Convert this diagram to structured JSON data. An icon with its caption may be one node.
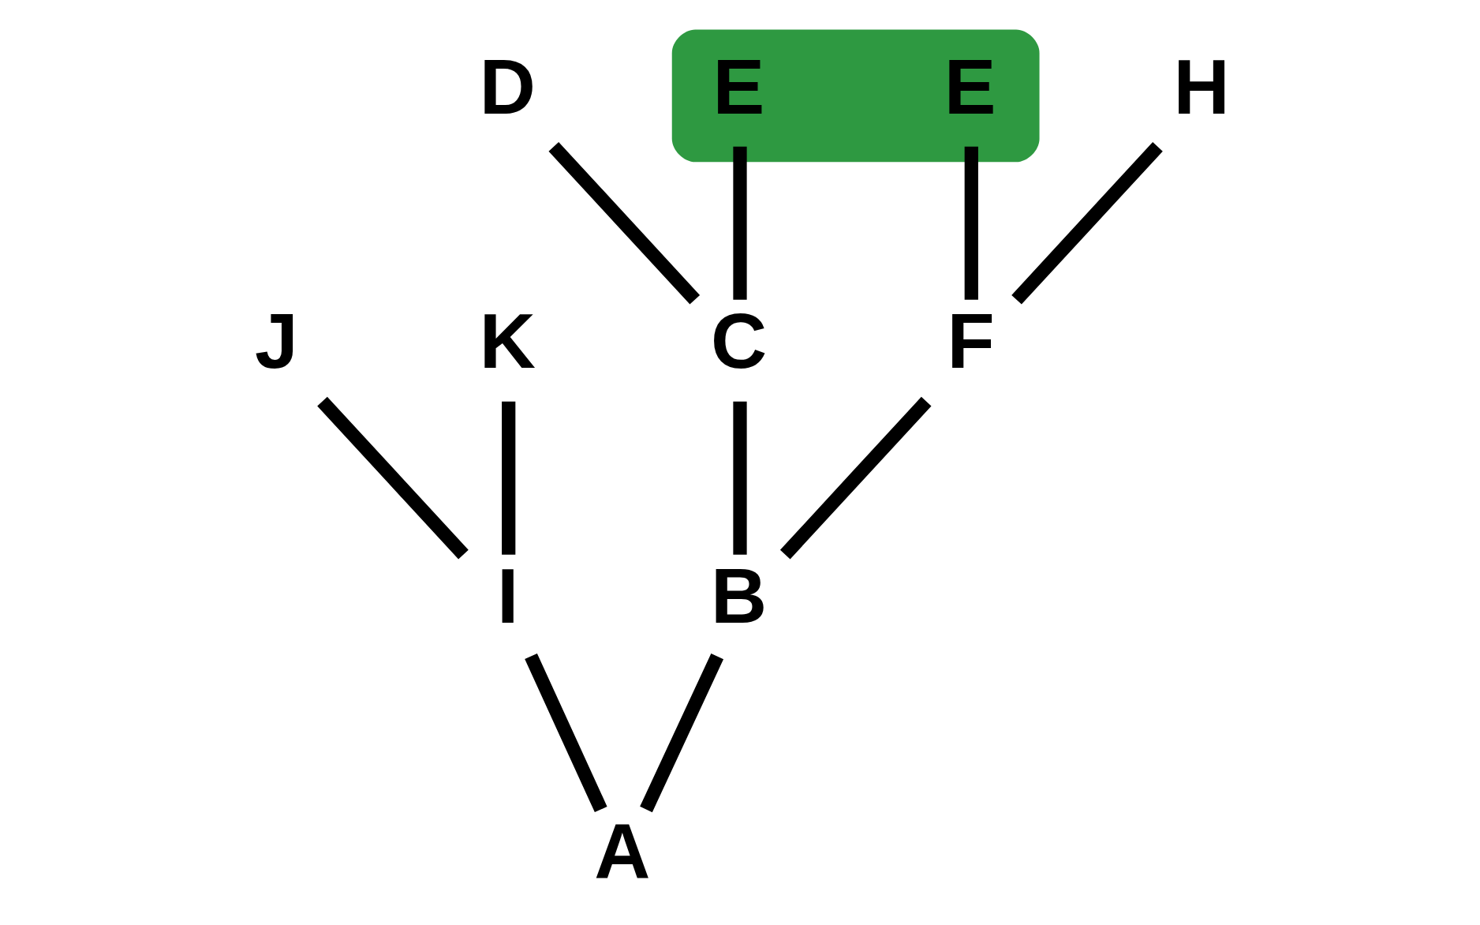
{
  "diagram": {
    "nodes": [
      {
        "text": [
          "D"
        ]
      },
      {
        "text": [],
        "shape": "ellipse"
      },
      {
        "text": [
          "E"
        ],
        "in": 1
      },
      {
        "text": [
          "E"
        ],
        "in": 1
      },
      {
        "text": [
          "H"
        ]
      },
      {
        "text": [
          "J"
        ]
      },
      {
        "text": [
          "K"
        ]
      },
      {
        "text": [
          "C"
        ]
      },
      {
        "text": [
          "F"
        ]
      },
      {
        "text": [
          "I"
        ]
      },
      {
        "text": [
          "B"
        ]
      },
      {
        "text": [
          "A"
        ]
      }
    ],
    "edges": [
      {
        "from": 11,
        "to": 10,
        "arrow": "none"
      },
      {
        "from": 11,
        "to": 9,
        "arrow": "none"
      },
      {
        "from": 10,
        "to": 7,
        "arrow": "none"
      },
      {
        "from": 10,
        "to": 8,
        "arrow": "none"
      },
      {
        "from": 7,
        "to": 0,
        "arrow": "none"
      },
      {
        "from": 7,
        "to": 2,
        "arrow": "none"
      },
      {
        "from": 8,
        "to": 3,
        "arrow": "none"
      },
      {
        "from": 8,
        "to": 4,
        "arrow": "none"
      },
      {
        "from": 9,
        "to": 5,
        "arrow": "none"
      },
      {
        "from": 9,
        "to": 6,
        "arrow": "none"
      }
    ]
  }
}
